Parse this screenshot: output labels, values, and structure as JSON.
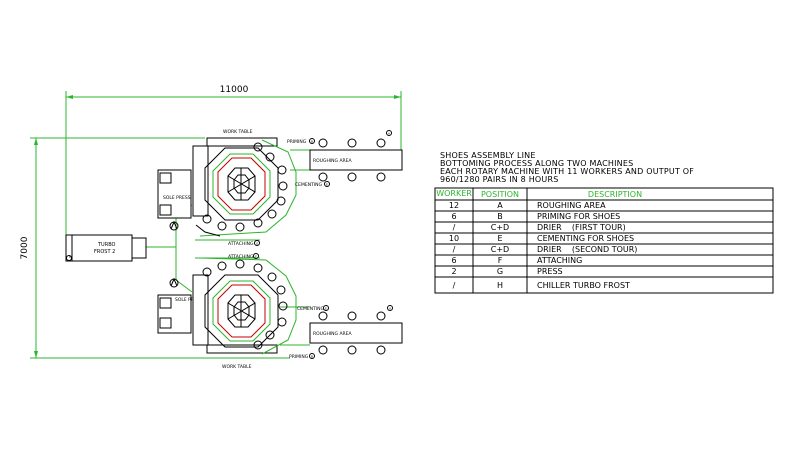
{
  "dimensions": {
    "width": "11000",
    "height": "7000"
  },
  "labels": {
    "work_table": "WORK TABLE",
    "priming": "PRIMING",
    "roughing_area": "ROUGHING AREA",
    "cementing": "CEMENTING",
    "sole_press": "SOLE PRESS",
    "attaching": "ATTACHING",
    "turbo_frost_line1": "TURBO",
    "turbo_frost_line2": "FROST 2"
  },
  "markers": {
    "A": "A",
    "B": "B",
    "E": "E",
    "F": "F",
    "G": "G",
    "H": "H"
  },
  "info": {
    "line1": "SHOES ASSEMBLY LINE",
    "line2": "BOTTOMING PROCESS ALONG TWO MACHINES",
    "line3": "EACH ROTARY MACHINE WITH 11 WORKERS AND OUTPUT OF",
    "line4": "960/1280 PAIRS IN 8 HOURS"
  },
  "table": {
    "headers": [
      "WORKER",
      "POSITION",
      "DESCRIPTION"
    ],
    "rows": [
      [
        "12",
        "A",
        "ROUGHING AREA"
      ],
      [
        "6",
        "B",
        "PRIMING FOR SHOES"
      ],
      [
        "/",
        "C+D",
        "DRIER    (FIRST TOUR)"
      ],
      [
        "10",
        "E",
        "CEMENTING FOR SHOES"
      ],
      [
        "/",
        "C+D",
        "DRIER    (SECOND TOUR)"
      ],
      [
        "6",
        "F",
        "ATTACHING"
      ],
      [
        "2",
        "G",
        "PRESS"
      ],
      [
        "/",
        "H",
        "CHILLER TURBO FROST"
      ]
    ]
  }
}
